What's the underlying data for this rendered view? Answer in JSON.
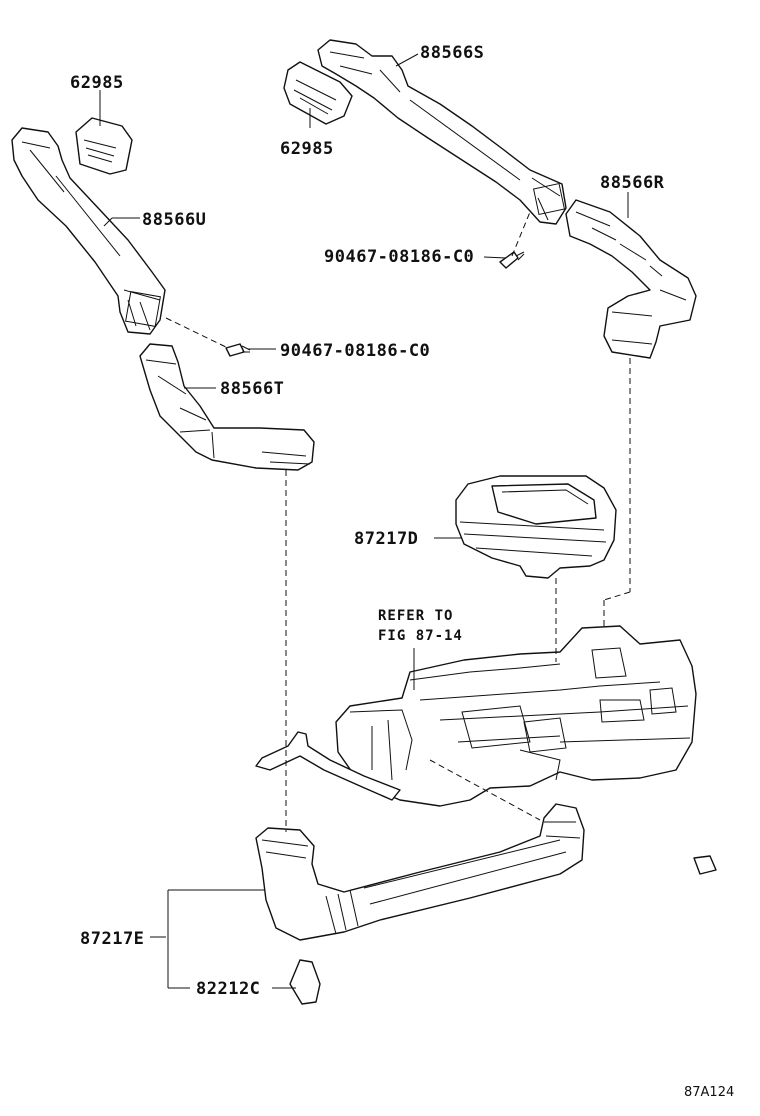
{
  "parts": {
    "grille_upper": "62985",
    "grille_left": "62985",
    "duct_s": "88566S",
    "duct_r": "88566R",
    "duct_u": "88566U",
    "duct_t": "88566T",
    "screw_upper": "90467-08186-C0",
    "screw_lower": "90467-08186-C0",
    "filter_cover": "87217D",
    "duct_e": "87217E",
    "sensor_c": "82212C"
  },
  "reference": {
    "line1": "REFER TO",
    "line2": "FIG 87-14"
  },
  "figure_code": "87A124"
}
